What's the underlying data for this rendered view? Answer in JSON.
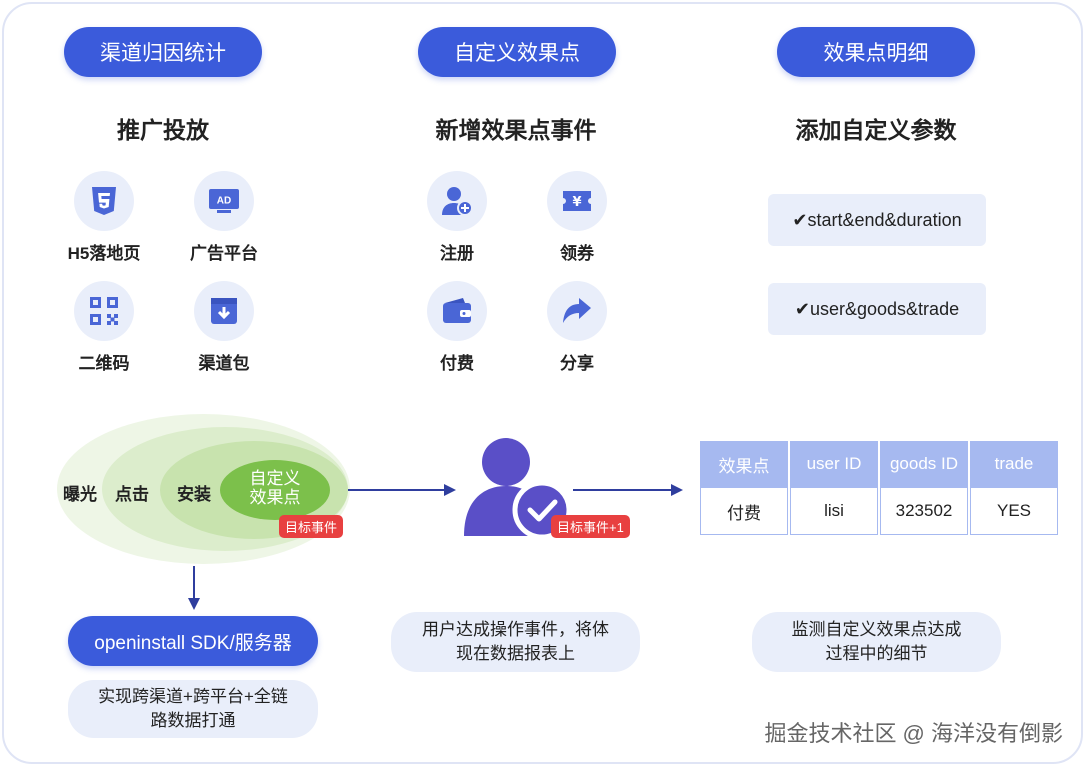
{
  "columns": [
    {
      "pill": "渠道归因统计",
      "title": "推广投放"
    },
    {
      "pill": "自定义效果点",
      "title": "新增效果点事件"
    },
    {
      "pill": "效果点明细",
      "title": "添加自定义参数"
    }
  ],
  "channel_items": [
    {
      "label": "H5落地页",
      "icon": "html5-icon"
    },
    {
      "label": "广告平台",
      "icon": "ad-icon"
    },
    {
      "label": "二维码",
      "icon": "qrcode-icon"
    },
    {
      "label": "渠道包",
      "icon": "package-icon"
    }
  ],
  "event_items": [
    {
      "label": "注册",
      "icon": "user-add-icon"
    },
    {
      "label": "领券",
      "icon": "coupon-icon"
    },
    {
      "label": "付费",
      "icon": "wallet-icon"
    },
    {
      "label": "分享",
      "icon": "share-icon"
    }
  ],
  "params": [
    "✔start&end&duration",
    "✔user&goods&trade"
  ],
  "funnel": {
    "layers": [
      "曝光",
      "点击",
      "安装",
      "自定义",
      "效果点"
    ],
    "badge": "目标事件"
  },
  "user_badge": "目标事件+1",
  "table": {
    "headers": [
      "效果点",
      "user ID",
      "goods ID",
      "trade"
    ],
    "rows": [
      [
        "付费",
        "lisi",
        "323502",
        "YES"
      ]
    ]
  },
  "sdk_pill": "openinstall SDK/服务器",
  "notes": {
    "left": [
      "实现跨渠道+跨平台+全链",
      "路数据打通"
    ],
    "middle": [
      "用户达成操作事件，将体",
      "现在数据报表上"
    ],
    "right": [
      "监测自定义效果点达成",
      "过程中的细节"
    ]
  },
  "watermark": "掘金技术社区 @ 海洋没有倒影",
  "colors": {
    "accent": "#3b5bdb",
    "icon_bg": "#e9eefa",
    "icon_fg": "#4a66d6",
    "table_header": "#a6b9f0",
    "funnel_green": "#7cc04b",
    "badge_red": "#e84040",
    "user_purple": "#5a4fc7"
  }
}
